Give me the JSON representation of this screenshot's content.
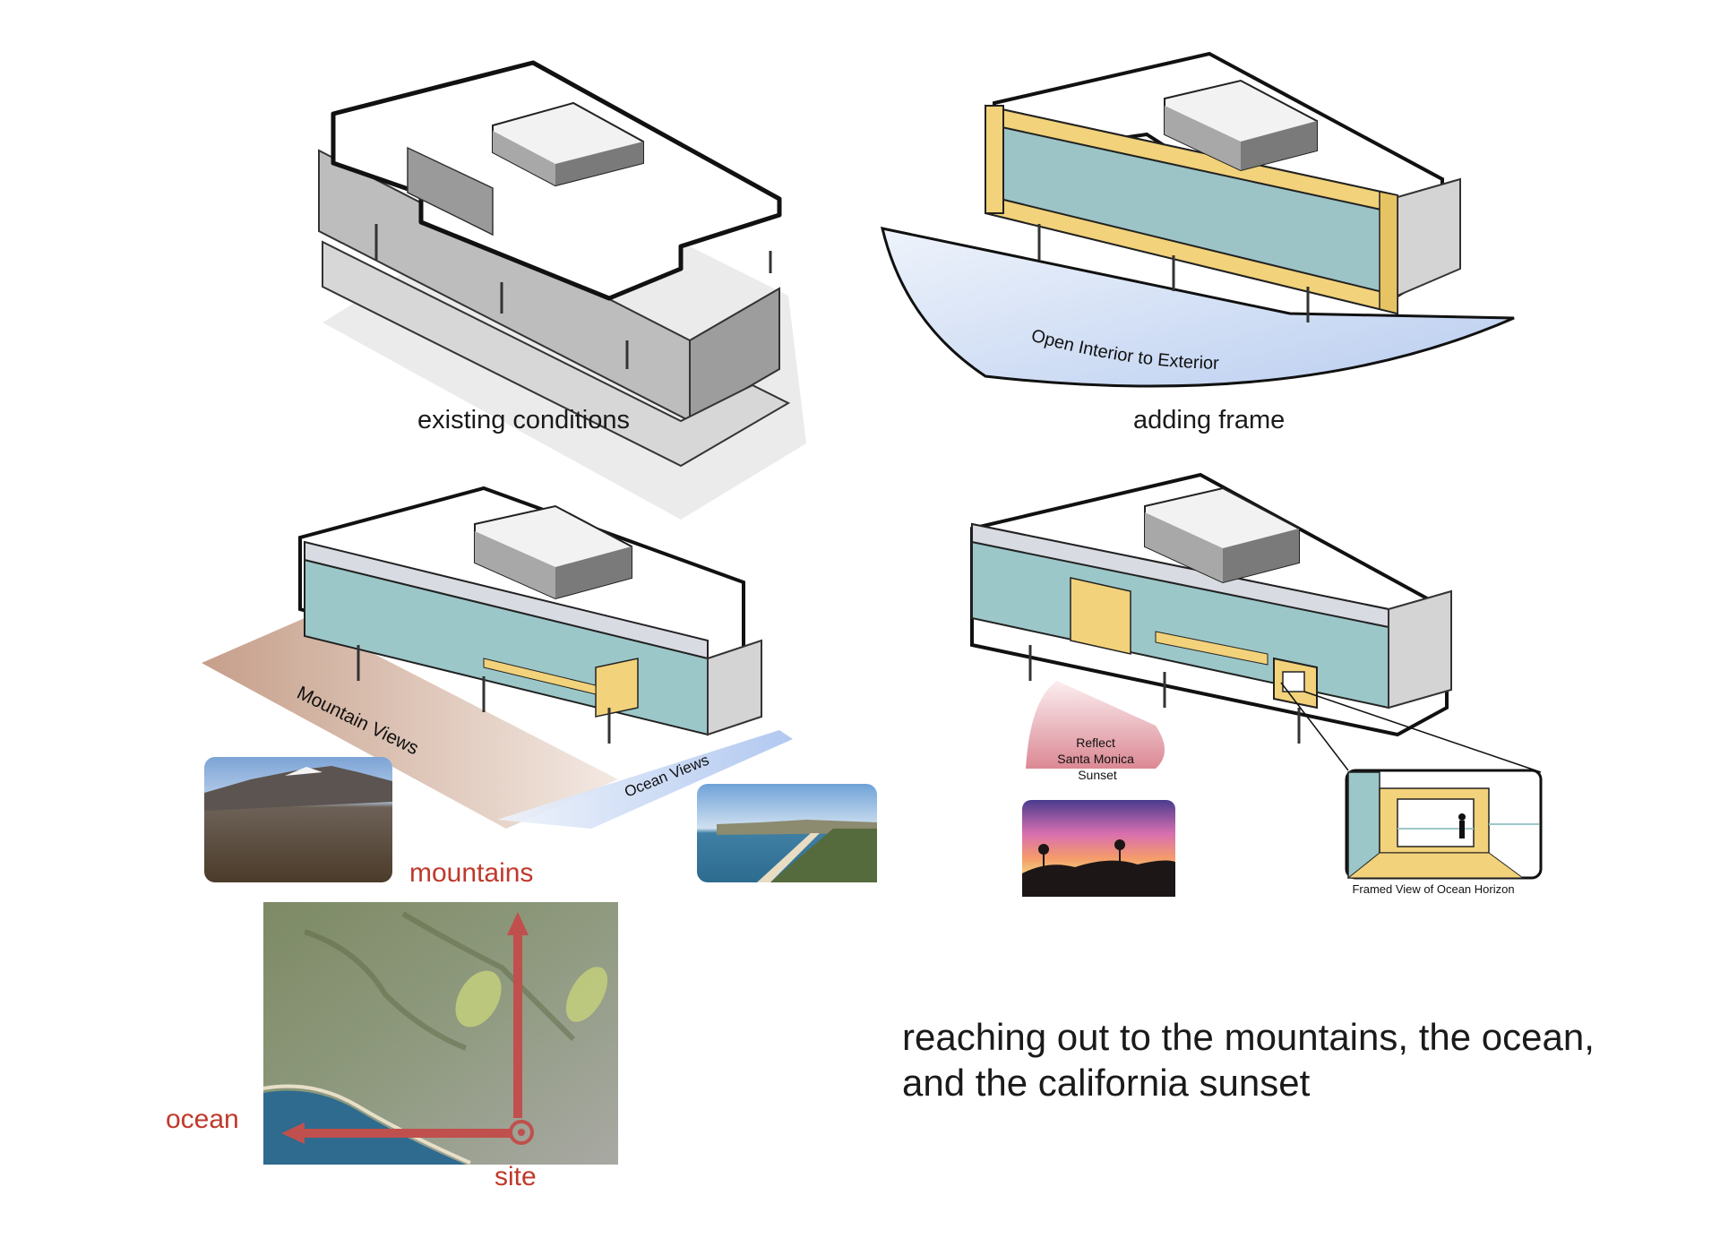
{
  "captions": {
    "existing": "existing conditions",
    "frame": "adding frame"
  },
  "labels": {
    "open_interior": "Open Interior to Exterior",
    "mountain_views": "Mountain Views",
    "ocean_views": "Ocean Views",
    "reflect": [
      "Reflect",
      "Santa Monica",
      "Sunset"
    ],
    "framed_view": "Framed View of Ocean Horizon"
  },
  "map_labels": {
    "mountains": "mountains",
    "ocean": "ocean",
    "site": "site"
  },
  "tagline": {
    "line1": "reaching out to the mountains, the ocean,",
    "line2": "and the california sunset"
  },
  "colors": {
    "frame_yellow": "#f2d27a",
    "glass_teal": "#9cc7c9",
    "ocean_blue": "#c9d9f3",
    "mountain_brown": "#c9a58f",
    "sunset_pink": "#d98a94",
    "arrow_red": "#c0504d",
    "map_label_red": "#c0392b"
  }
}
